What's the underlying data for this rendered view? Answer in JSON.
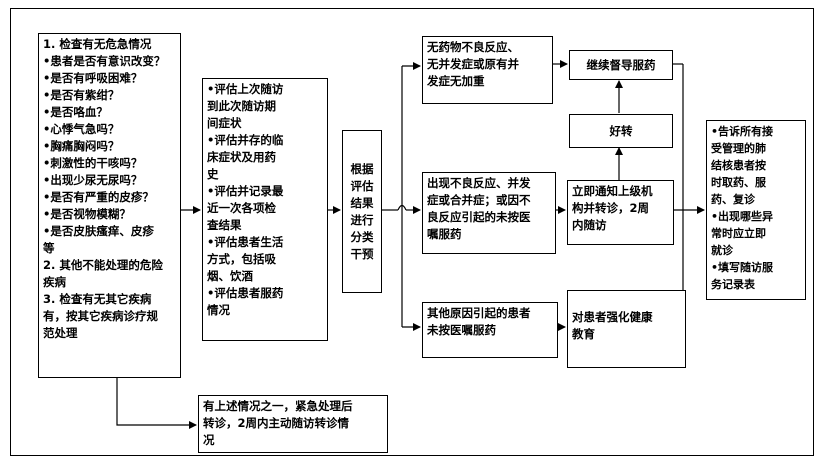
{
  "boxes": {
    "check": {
      "lines": [
        "1. 检查有无危急情况",
        "•患者是否有意识改变？",
        "•是否有呼吸困难？",
        "•是否有紫绀？",
        "•是否咯血？",
        "•心悸气急吗？",
        "•胸痛胸闷吗？",
        "•刺激性的干咳吗？",
        "•出现少尿无尿吗？",
        "•是否有严重的皮疹？",
        "•是否视物模糊？",
        "•是否皮肤瘙痒、皮疹",
        "等",
        "2. 其他不能处理的危险",
        "疾病",
        "3. 检查有无其它疾病",
        "有，按其它疾病诊疗规",
        "范处理"
      ]
    },
    "emergency": {
      "lines": [
        "有上述情况之一，紧急处理后",
        "转诊，2周内主动随访转诊情",
        "况"
      ]
    },
    "assess": {
      "lines": [
        "•评估上次随访",
        "到此次随访期",
        "间症状",
        "•评估并存的临",
        "床症状及用药",
        "史",
        "•评估并记录最",
        "近一次各项检",
        "查结果",
        "•评估患者生活",
        "方式，包括吸",
        "烟、饮酒",
        "•评估患者服药",
        "情况"
      ]
    },
    "classify": {
      "lines": [
        "根据",
        "评估",
        "结果",
        "进行",
        "分类",
        "干预"
      ]
    },
    "no_adverse": {
      "lines": [
        "无药物不良反应、",
        "无并发症或原有并",
        "发症无加重"
      ]
    },
    "adverse": {
      "lines": [
        "出现不良反应、并发",
        "症或合并症；或因不",
        "良反应引起的未按医",
        "嘱服药"
      ]
    },
    "other_reason": {
      "lines": [
        "其他原因引起的患者",
        "未按医嘱服药"
      ]
    },
    "continue": {
      "lines": [
        "继续督导服药"
      ]
    },
    "improve": {
      "lines": [
        "好转"
      ]
    },
    "notify": {
      "lines": [
        "立即通知上级机",
        "构并转诊，2周",
        "内随访"
      ]
    },
    "educate": {
      "lines": [
        "对患者强化健康",
        "教育"
      ]
    },
    "tell": {
      "lines": [
        "•告诉所有接",
        "受管理的肺",
        "结核患者按",
        "时取药、服",
        "药、复诊",
        "•出现哪些异",
        "常时应立即",
        "就诊",
        "•填写随访服",
        "务记录表"
      ]
    }
  }
}
